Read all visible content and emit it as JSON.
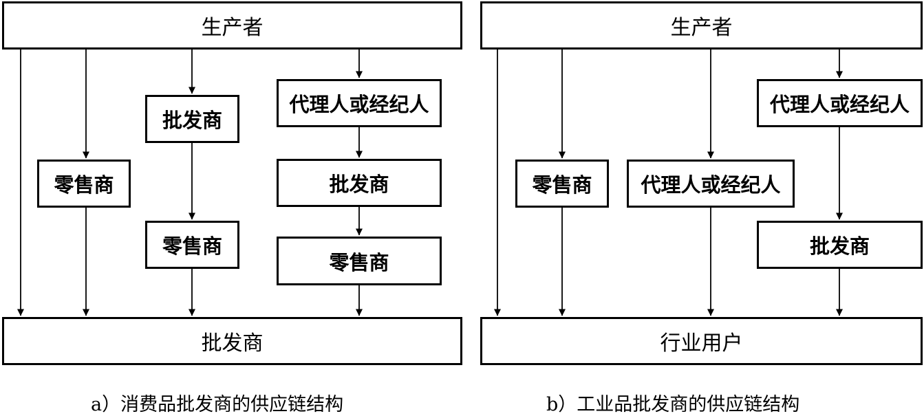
{
  "diagram_a": {
    "producer": "生产者",
    "bottom": "批发商",
    "retailer_1": "零售商",
    "wholesaler_1": "批发商",
    "retailer_2": "零售商",
    "agent": "代理人或经纪人",
    "wholesaler_2": "批发商",
    "retailer_3": "零售商",
    "caption": "a）消费品批发商的供应链结构"
  },
  "diagram_b": {
    "producer": "生产者",
    "bottom": "行业用户",
    "retailer": "零售商",
    "agent_1": "代理人或经纪人",
    "agent_2": "代理人或经纪人",
    "wholesaler": "批发商",
    "caption": "b）工业品批发商的供应链结构"
  }
}
